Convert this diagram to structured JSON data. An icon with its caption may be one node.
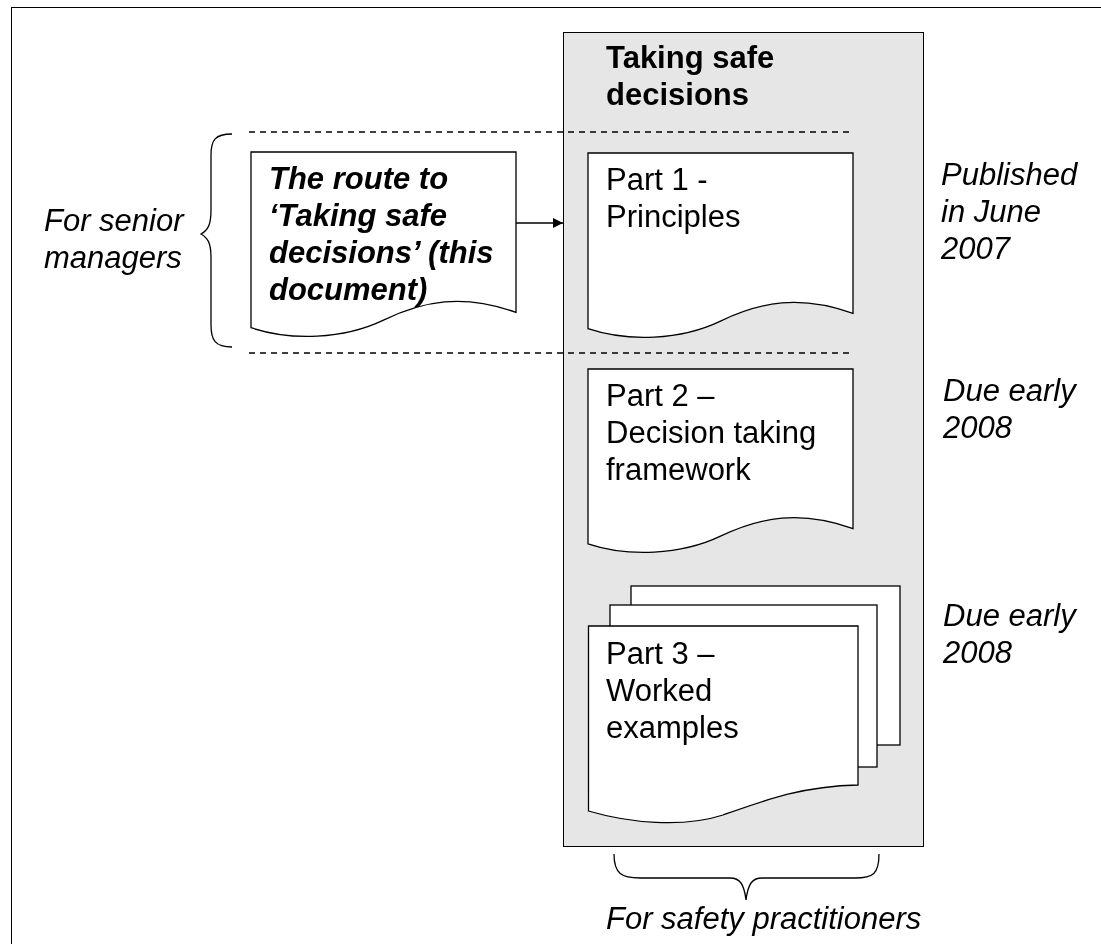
{
  "diagram": {
    "nodes": [
      {
        "text": [
          "Taking safe decisions"
        ]
      },
      {
        "text": [
          "The route to ‘Taking safe decisions’ (this document)"
        ]
      },
      {
        "text": [
          "Part 1 - Principles"
        ],
        "in": 0,
        "beside": [
          "Published in June 2007"
        ]
      },
      {
        "text": [
          "Part 2 – Decision taking framework"
        ],
        "in": 0,
        "beside": [
          "Due early 2008"
        ]
      },
      {
        "text": [
          "Part 3 – Worked examples"
        ],
        "in": 0,
        "beside": [
          "Due early 2008"
        ]
      }
    ],
    "edges": [
      {
        "from": 1,
        "to": 0,
        "arrow": "to"
      }
    ],
    "labels": [
      "For senior managers",
      "For safety practitioners"
    ]
  }
}
